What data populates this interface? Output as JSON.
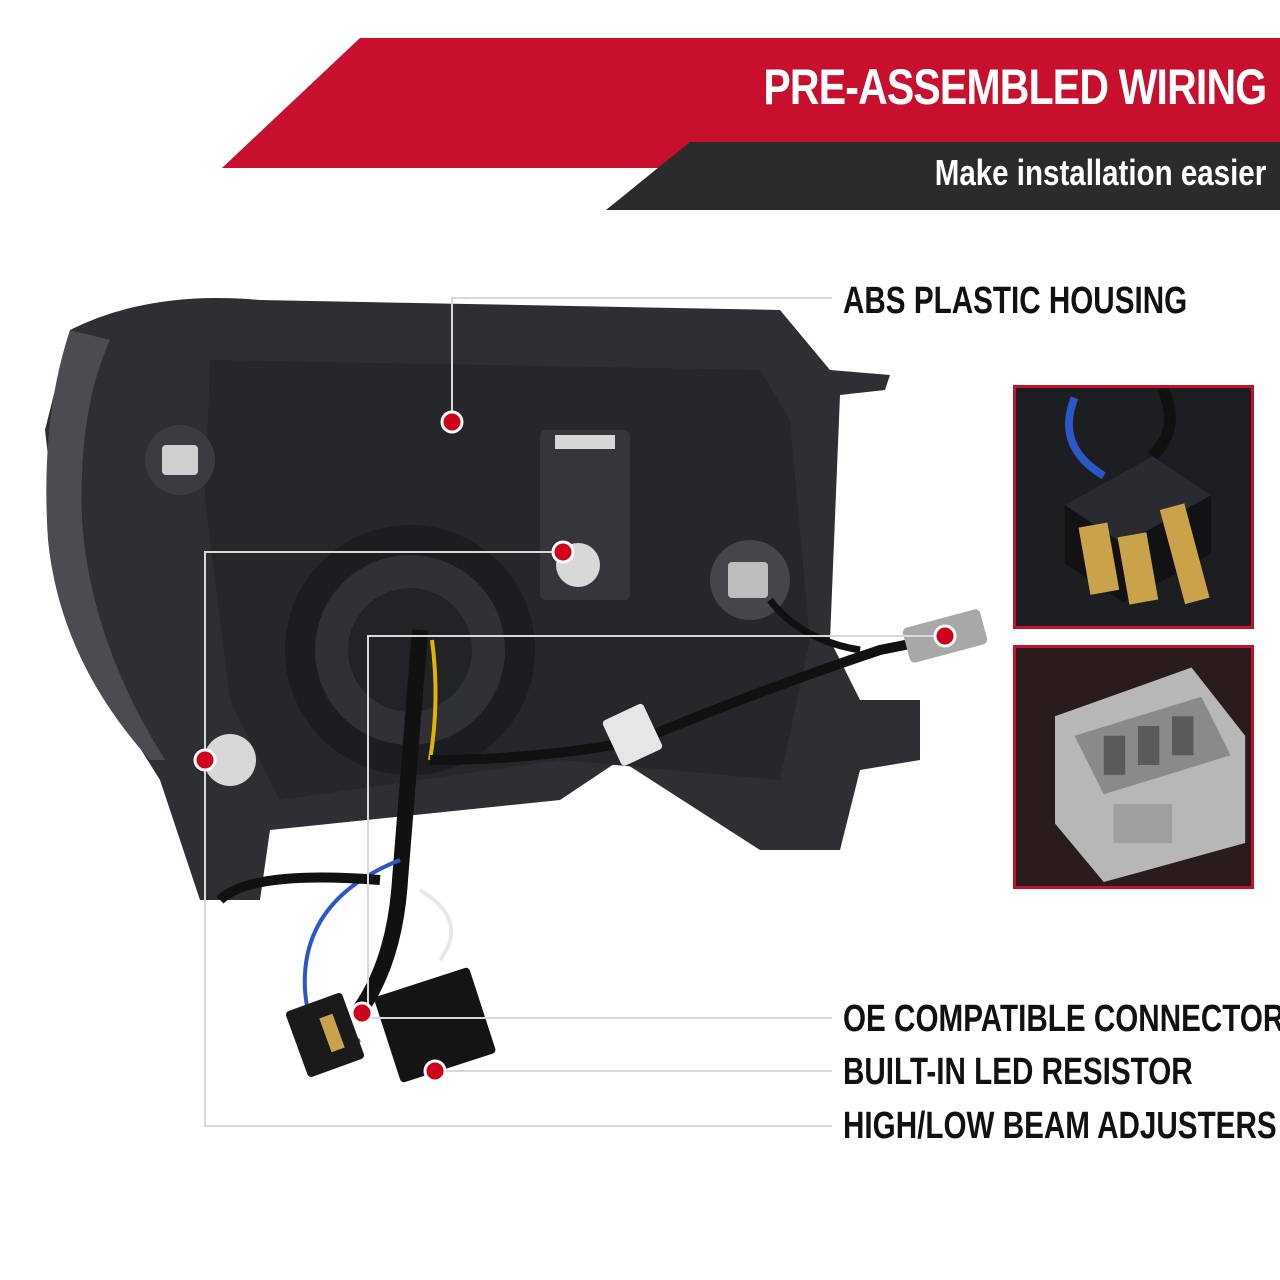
{
  "banner": {
    "title": "PRE-ASSEMBLED WIRING",
    "subtitle": "Make installation easier",
    "title_bg_color": "#c8102e",
    "subtitle_bg_color": "#2b2b2b"
  },
  "callouts": [
    {
      "id": "abs-housing",
      "label": "ABS PLASTIC HOUSING"
    },
    {
      "id": "oe-connectors",
      "label": "OE COMPATIBLE CONNECTORS"
    },
    {
      "id": "led-resistor",
      "label": "BUILT-IN LED RESISTOR"
    },
    {
      "id": "beam-adjusters",
      "label": "HIGH/LOW BEAM ADJUSTERS"
    }
  ],
  "insets": [
    {
      "id": "h4-plug",
      "description_icon": "h4-bulb-plug-icon"
    },
    {
      "id": "oe-plug",
      "description_icon": "oe-3-pin-connector-icon"
    }
  ],
  "colors": {
    "accent": "#c8102e",
    "marker": "#d0021b",
    "leader_line": "#d9d9d9"
  }
}
